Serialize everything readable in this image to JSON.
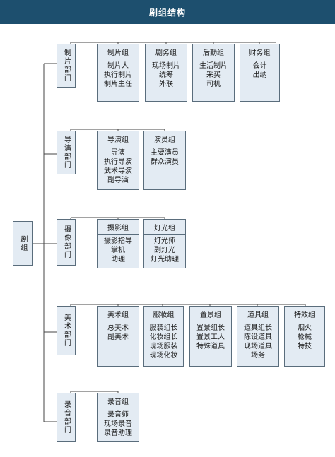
{
  "title": "剧组结构",
  "root": "剧组",
  "departments": [
    {
      "name": "制片部门",
      "groups": [
        {
          "title": "制片组",
          "members": [
            "制片人",
            "执行制片",
            "制片主任"
          ]
        },
        {
          "title": "剧务组",
          "members": [
            "现场制片",
            "统筹",
            "外联"
          ]
        },
        {
          "title": "后勤组",
          "members": [
            "生活制片",
            "采买",
            "司机"
          ]
        },
        {
          "title": "财务组",
          "members": [
            "会计",
            "出纳"
          ]
        }
      ]
    },
    {
      "name": "导演部门",
      "groups": [
        {
          "title": "导演组",
          "members": [
            "导演",
            "执行导演",
            "武术导演",
            "副导演"
          ]
        },
        {
          "title": "演员组",
          "members": [
            "主要演员",
            "群众演员"
          ]
        }
      ]
    },
    {
      "name": "摄像部门",
      "groups": [
        {
          "title": "摄影组",
          "members": [
            "摄影指导",
            "掌机",
            "助理"
          ]
        },
        {
          "title": "灯光组",
          "members": [
            "灯光师",
            "副灯光",
            "灯光助理"
          ]
        }
      ]
    },
    {
      "name": "美术部门",
      "groups": [
        {
          "title": "美术组",
          "members": [
            "总美术",
            "副美术"
          ]
        },
        {
          "title": "服妆组",
          "members": [
            "服装组长",
            "化妆组长",
            "现场服装",
            "现场化妆"
          ]
        },
        {
          "title": "置景组",
          "members": [
            "置景组长",
            "置景工人",
            "特殊道具"
          ]
        },
        {
          "title": "道具组",
          "members": [
            "道具组长",
            "陈设道具",
            "现场道具",
            "场务"
          ]
        },
        {
          "title": "特效组",
          "members": [
            "烟火",
            "枪械",
            "特技"
          ]
        }
      ]
    },
    {
      "name": "录音部门",
      "groups": [
        {
          "title": "录音组",
          "members": [
            "录音师",
            "现场录音",
            "录音助理"
          ]
        }
      ]
    }
  ]
}
